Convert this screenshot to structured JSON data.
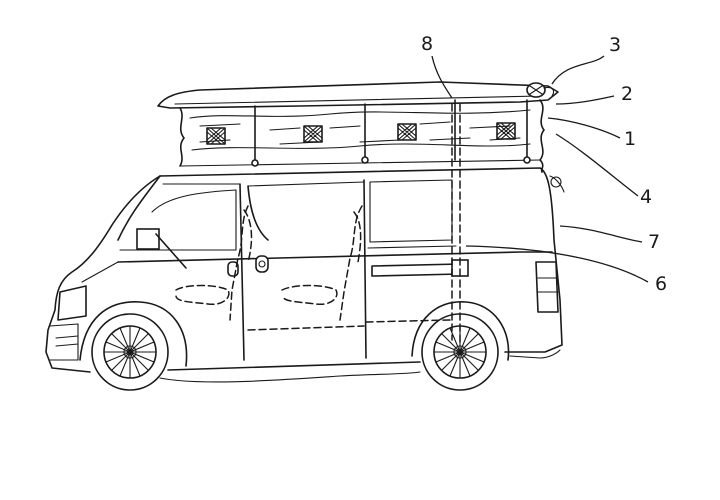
{
  "labels": {
    "ref_1": "1",
    "ref_2": "2",
    "ref_3": "3",
    "ref_4": "4",
    "ref_6": "6",
    "ref_7": "7",
    "ref_8": "8"
  },
  "colors": {
    "line": "#1a1a1a",
    "background": "#ffffff"
  }
}
